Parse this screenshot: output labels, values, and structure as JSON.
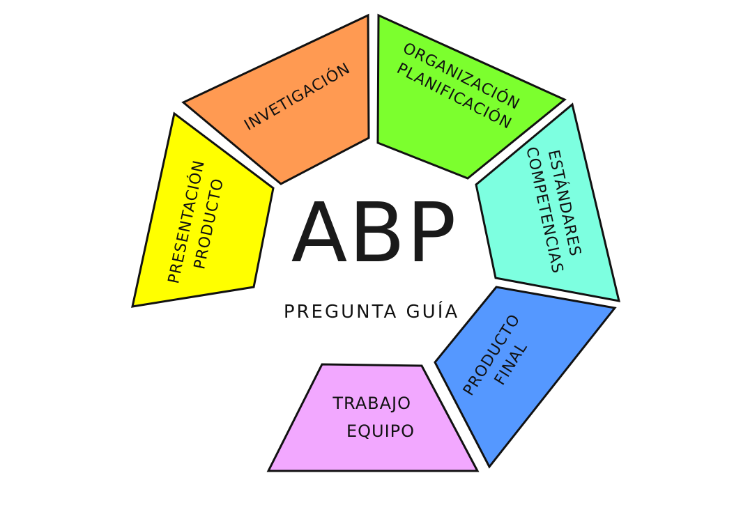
{
  "center": {
    "title": "ABP",
    "subtitle": "PREGUNTA GUÍA"
  },
  "segments": [
    {
      "id": "investigacion",
      "lines": [
        "INVETIGACIÓN"
      ],
      "color": "#ff9a52"
    },
    {
      "id": "organizacion",
      "lines": [
        "ORGANIZACIÓN",
        "PLANIFICACIÓN"
      ],
      "color": "#7cff2e"
    },
    {
      "id": "estandares",
      "lines": [
        "ESTÁNDARES",
        "COMPETENCIAS"
      ],
      "color": "#7dffe0"
    },
    {
      "id": "producto-final",
      "lines": [
        "PRODUCTO",
        "FINAL"
      ],
      "color": "#5598ff"
    },
    {
      "id": "trabajo-equipo",
      "lines": [
        "TRABAJO",
        "EQUIPO"
      ],
      "color": "#f2a8ff"
    },
    {
      "id": "presentacion",
      "lines": [
        "PRESENTACIÓN",
        "PRODUCTO"
      ],
      "color": "#ffff00"
    }
  ]
}
